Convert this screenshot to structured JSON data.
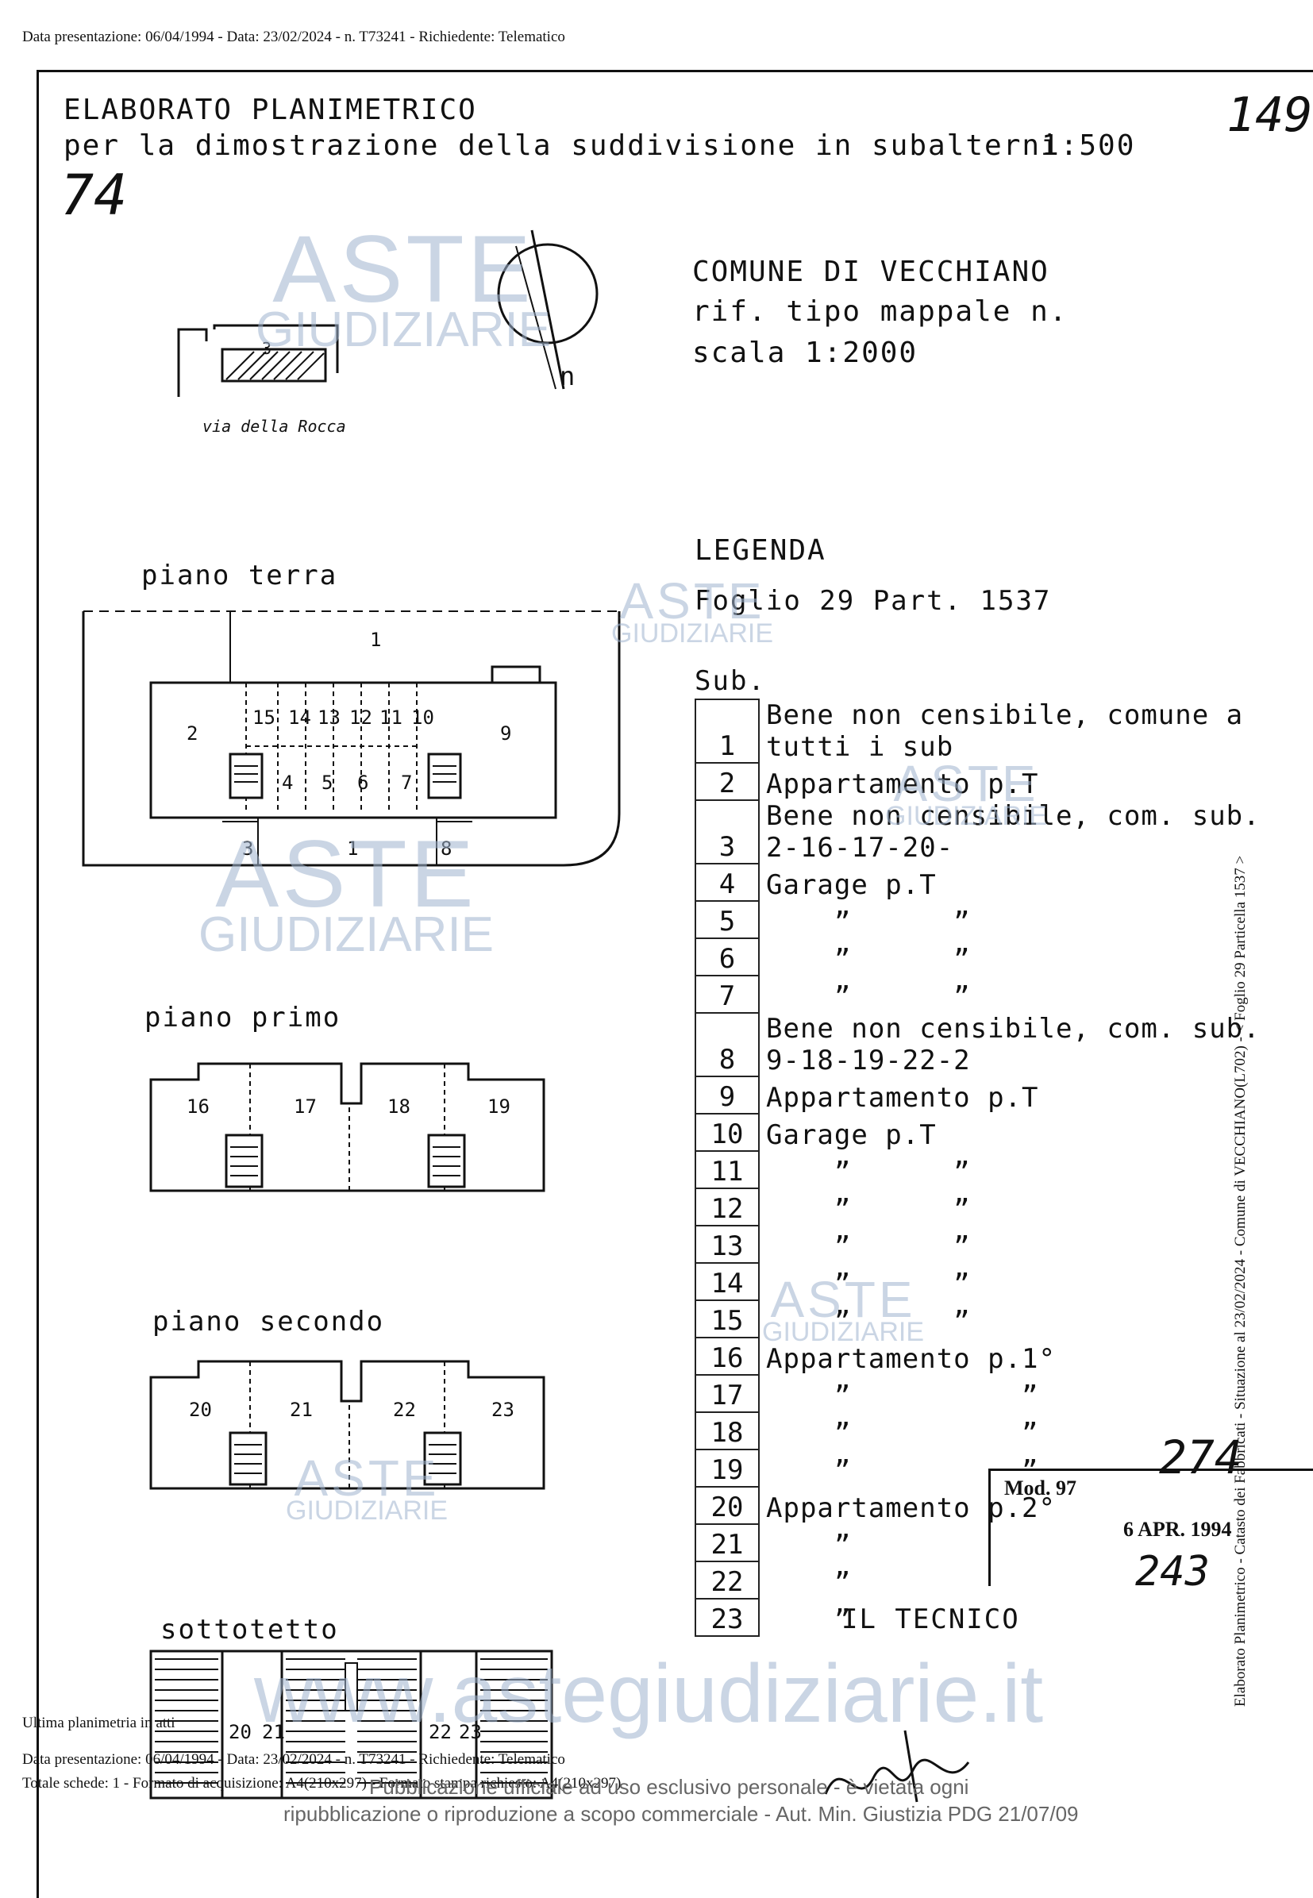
{
  "header": {
    "text": "Data presentazione: 06/04/1994 - Data: 23/02/2024 - n. T73241 - Richiedente: Telematico"
  },
  "title": {
    "line1": "ELABORATO PLANIMETRICO",
    "line2": "per la dimostrazione della suddivisione in subalterni",
    "scale": "1:500",
    "corner_number": "149",
    "left_number": "74"
  },
  "location": {
    "comune": "COMUNE DI VECCHIANO",
    "rif": "rif. tipo mappale n.",
    "scala": "scala 1:2000",
    "street": "via della Rocca",
    "north": "n",
    "parcel_no": "3"
  },
  "legend": {
    "title": "LEGENDA",
    "foglio": "Foglio 29 Part. 1537",
    "sub_header": "Sub.",
    "rows": [
      {
        "n": "1",
        "desc": "Bene non censibile, comune a tutti i sub"
      },
      {
        "n": "2",
        "desc": "Appartamento p.T"
      },
      {
        "n": "3",
        "desc": "Bene non censibile, com. sub. 2-16-17-20-"
      },
      {
        "n": "4",
        "desc": "Garage p.T"
      },
      {
        "n": "5",
        "desc": "    ”      ”"
      },
      {
        "n": "6",
        "desc": "    ”      ”"
      },
      {
        "n": "7",
        "desc": "    ”      ”"
      },
      {
        "n": "8",
        "desc": "Bene non censibile, com. sub. 9-18-19-22-2"
      },
      {
        "n": "9",
        "desc": "Appartamento p.T"
      },
      {
        "n": "10",
        "desc": "Garage p.T"
      },
      {
        "n": "11",
        "desc": "    ”      ”"
      },
      {
        "n": "12",
        "desc": "    ”      ”"
      },
      {
        "n": "13",
        "desc": "    ”      ”"
      },
      {
        "n": "14",
        "desc": "    ”      ”"
      },
      {
        "n": "15",
        "desc": "    ”      ”"
      },
      {
        "n": "16",
        "desc": "Appartamento p.1°"
      },
      {
        "n": "17",
        "desc": "    ”          ”"
      },
      {
        "n": "18",
        "desc": "    ”          ”"
      },
      {
        "n": "19",
        "desc": "    ”          ”"
      },
      {
        "n": "20",
        "desc": "Appartamento p.2°"
      },
      {
        "n": "21",
        "desc": "    ”"
      },
      {
        "n": "22",
        "desc": "    ”"
      },
      {
        "n": "23",
        "desc": "    ”"
      }
    ]
  },
  "floors": {
    "terra": {
      "title": "piano terra",
      "labels": [
        "1",
        "2",
        "15",
        "14",
        "13",
        "12",
        "11",
        "10",
        "9",
        "4",
        "5",
        "6",
        "7",
        "3",
        "1",
        "8"
      ]
    },
    "primo": {
      "title": "piano primo",
      "labels": [
        "16",
        "17",
        "18",
        "19"
      ]
    },
    "secondo": {
      "title": "piano secondo",
      "labels": [
        "20",
        "21",
        "22",
        "23"
      ]
    },
    "sottotetto": {
      "title": "sottotetto",
      "labels": [
        "20",
        "21",
        "22",
        "23"
      ]
    }
  },
  "stamp": {
    "mod": "Mod. 97",
    "handwritten_top": "274",
    "date": "6 APR. 1994",
    "handwritten_bottom": "243"
  },
  "tecnico": "IL TECNICO",
  "side_text": "Elaborato Planimetrico - Catasto dei Fabbricati - Situazione al 23/02/2024 - Comune di VECCHIANO(L702) - < Foglio 29 Particella 1537 >",
  "watermark": {
    "a": "ASTE",
    "g": "GIUDIZIARIE",
    "url": "www.astegiudiziarie.it"
  },
  "footer": {
    "ultima": "Ultima planimetria in atti",
    "line1": "Data presentazione: 06/04/1994 - Data: 23/02/2024 - n. T73241 - Richiedente: Telematico",
    "line2": "Totale schede: 1 - Formato di acquisizione: A4(210x297) - Formato stampa richiesto: A4(210x297)",
    "notice1": "Pubblicazione ufficiale ad uso esclusivo personale - è vietata ogni",
    "notice2": "ripubblicazione o riproduzione a scopo commerciale - Aut. Min. Giustizia PDG 21/07/09"
  }
}
